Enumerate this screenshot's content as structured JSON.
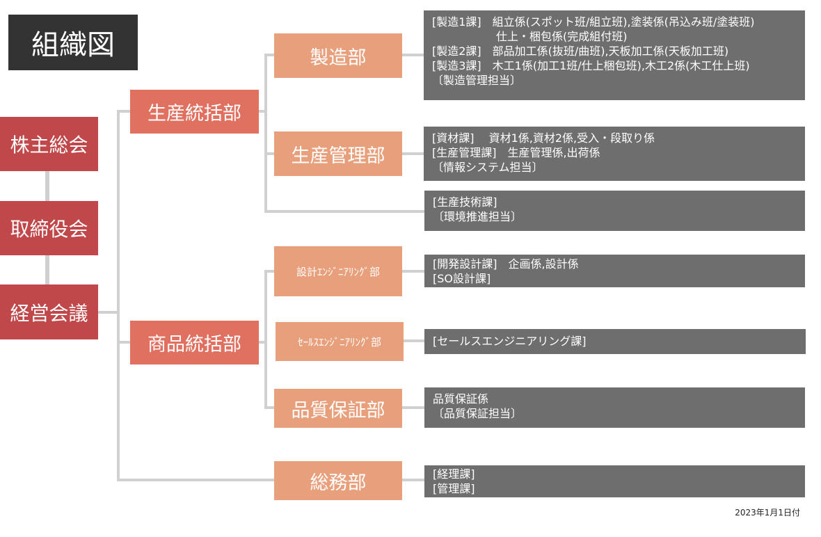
{
  "title": "組織図",
  "governance": [
    "株主総会",
    "取締役会",
    "経営会議"
  ],
  "divisions": {
    "production": "生産統括部",
    "product": "商品統括部"
  },
  "departments": {
    "manufacturing": "製造部",
    "production_control": "生産管理部",
    "design_eng": "設計ｴﾝｼﾞﾆｱﾘﾝｸﾞ部",
    "sales_eng": "ｾｰﾙｽｴﾝｼﾞﾆｱﾘﾝｸﾞ部",
    "quality": "品質保証部",
    "general_affairs": "総務部"
  },
  "details": {
    "manufacturing": [
      "[製造1課]　組立係(スポット班/組立班),塗装係(吊込み班/塗装班)",
      "仕上・梱包係(完成組付班)",
      "[製造2課]　部品加工係(抜班/曲班),天板加工係(天板加工班)",
      "[製造3課]　木工1係(加工1班/仕上梱包班),木工2係(木工仕上班)",
      "〔製造管理担当〕"
    ],
    "production_control": [
      "[資材課]　 資材1係,資材2係,受入・段取り係",
      "[生産管理課]　生産管理係,出荷係",
      "〔情報システム担当〕"
    ],
    "production_tech": [
      "[生産技術課]",
      "〔環境推進担当〕"
    ],
    "design_eng": [
      "[開発設計課]　企画係,設計係",
      "[SO設計課]"
    ],
    "sales_eng": [
      "[セールスエンジニアリング課]"
    ],
    "quality": [
      "品質保証係",
      "〔品質保証担当〕"
    ],
    "general_affairs": [
      "[経理課]",
      "[管理課]"
    ]
  },
  "date": "2023年1月1日付"
}
